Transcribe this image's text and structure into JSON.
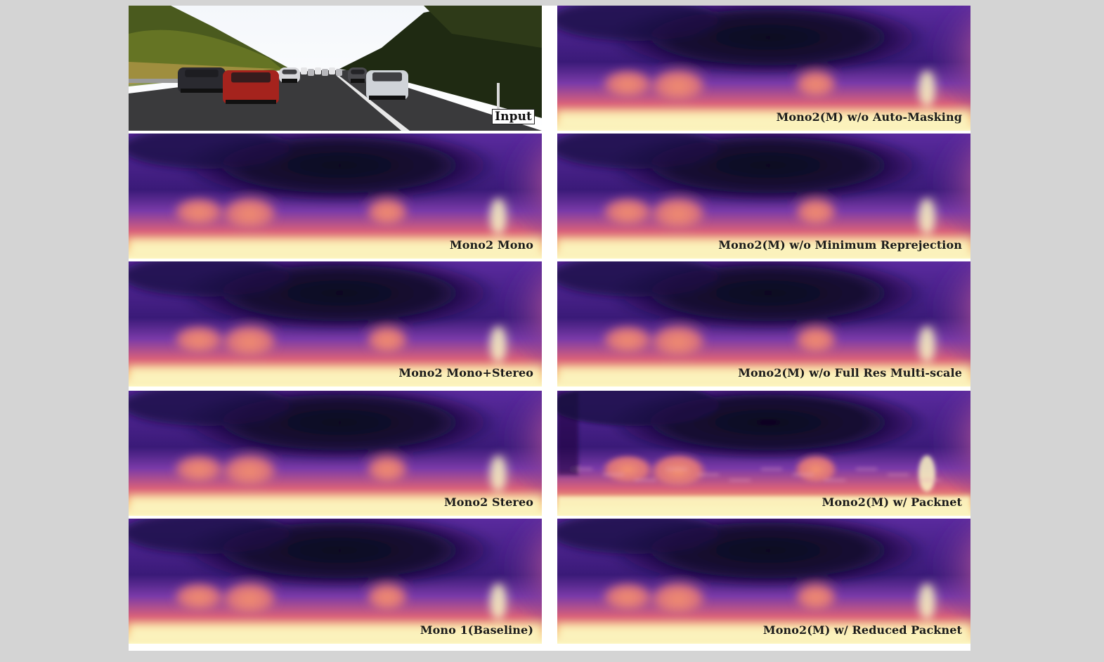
{
  "panels": [
    {
      "id": "input",
      "label": "Input",
      "kind": "photo",
      "column": 0,
      "row": 0
    },
    {
      "id": "auto-masking",
      "label": "Mono2(M) w/o Auto-Masking",
      "kind": "depth",
      "column": 1,
      "row": 0
    },
    {
      "id": "mono2-mono",
      "label": "Mono2 Mono",
      "kind": "depth",
      "column": 0,
      "row": 1
    },
    {
      "id": "min-reprojection",
      "label": "Mono2(M) w/o Minimum Reprejection",
      "kind": "depth",
      "column": 1,
      "row": 1
    },
    {
      "id": "mono2-mono-stereo",
      "label": "Mono2 Mono+Stereo",
      "kind": "depth",
      "column": 0,
      "row": 2
    },
    {
      "id": "full-res-multiscale",
      "label": "Mono2(M) w/o Full Res Multi-scale",
      "kind": "depth",
      "column": 1,
      "row": 2
    },
    {
      "id": "mono2-stereo",
      "label": "Mono2 Stereo",
      "kind": "depth",
      "column": 0,
      "row": 3
    },
    {
      "id": "packnet",
      "label": "Mono2(M) w/ Packnet",
      "kind": "depth-noisy",
      "column": 1,
      "row": 3
    },
    {
      "id": "mono1-baseline",
      "label": "Mono 1(Baseline)",
      "kind": "depth",
      "column": 0,
      "row": 4
    },
    {
      "id": "reduced-packnet",
      "label": "Mono2(M) w/ Reduced Packnet",
      "kind": "depth",
      "column": 1,
      "row": 4
    }
  ],
  "colors": {
    "page_background": "#d4d4d4",
    "depth_far": "#0c0620",
    "depth_mid": "#5a2a9e",
    "depth_near": "#f08a5a",
    "depth_closest": "#fcf7c2"
  }
}
